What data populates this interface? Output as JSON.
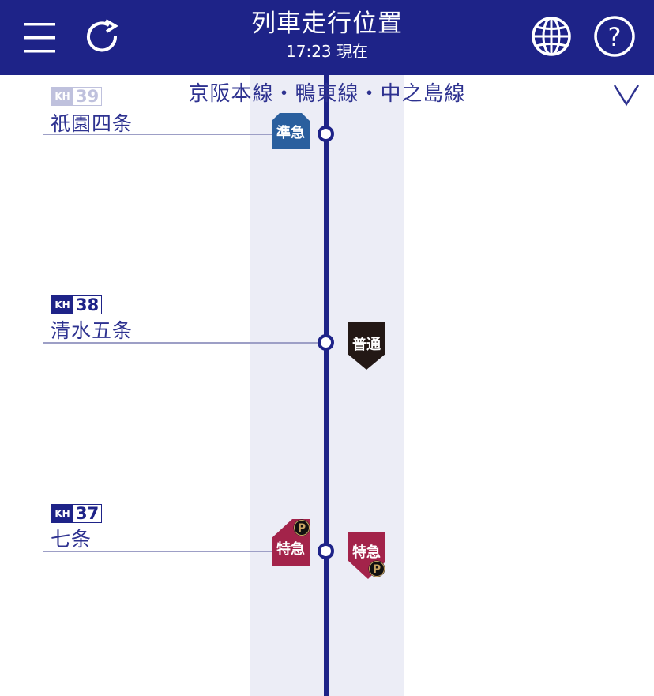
{
  "header": {
    "title": "列車走行位置",
    "subtitle": "17:23 現在",
    "menu_icon": "menu-icon",
    "refresh_icon": "refresh-icon",
    "language_icon": "globe-icon",
    "help_icon": "help-icon",
    "help_glyph": "?"
  },
  "line_selector": {
    "name": "京阪本線・鴨東線・中之島線",
    "icon": "chevron-down-icon"
  },
  "stations": [
    {
      "code_prefix": "KH",
      "code_num": "39",
      "name": "祇園四条"
    },
    {
      "code_prefix": "KH",
      "code_num": "38",
      "name": "清水五条"
    },
    {
      "code_prefix": "KH",
      "code_num": "37",
      "name": "七条"
    }
  ],
  "trains": [
    {
      "type": "準急",
      "color": "#2a5f9e",
      "direction": "up",
      "premium_car": false,
      "at_station": "祇園四条"
    },
    {
      "type": "普通",
      "color": "#231815",
      "direction": "down",
      "premium_car": false,
      "at_station": "清水五条"
    },
    {
      "type": "特急",
      "color": "#a3234a",
      "direction": "up",
      "premium_car": true,
      "premium_label": "P",
      "at_station": "七条"
    },
    {
      "type": "特急",
      "color": "#a3234a",
      "direction": "down",
      "premium_car": true,
      "premium_label": "P",
      "at_station": "七条"
    }
  ],
  "colors": {
    "brand": "#1e2388",
    "band": "#ecedf6",
    "station_text": "#2e3290"
  }
}
